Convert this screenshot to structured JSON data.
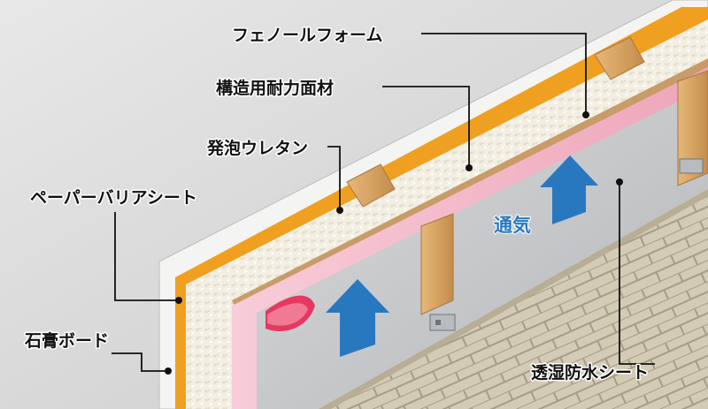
{
  "labels": {
    "phenolic_foam": "フェノールフォーム",
    "structural_panel": "構造用耐力面材",
    "spray_urethane": "発泡ウレタン",
    "paper_barrier": "ペーパーバリアシート",
    "gypsum_board": "石膏ボード",
    "ventilation": "通気",
    "breathable_sheet": "透湿防水シート"
  },
  "colors": {
    "background": "#d6d6d6",
    "gypsum_edge": "#f2f2f0",
    "paper_barrier": "#f0a020",
    "urethane": "#f1ece0",
    "structural_panel": "#c89c68",
    "phenolic_foam": "#f4b8c8",
    "membrane": "#c8cacd",
    "stud_wood": "#d8a866",
    "siding": "#cfc6b0",
    "arrow_blue": "#2878c0"
  },
  "icons": [
    "airflow-arrow-icon",
    "airflow-arrow-icon",
    "metal-bracket-icon"
  ]
}
